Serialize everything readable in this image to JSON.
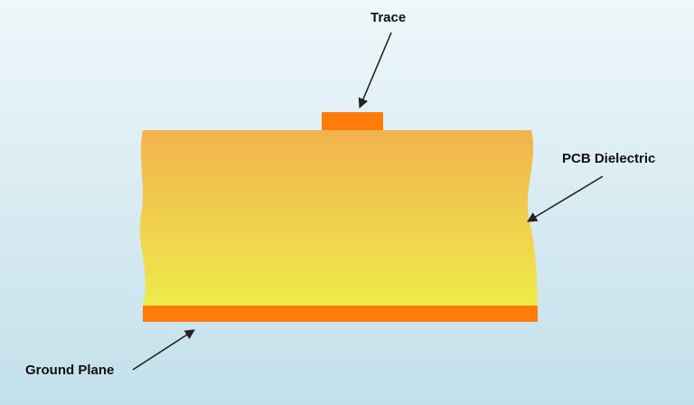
{
  "labels": {
    "trace": "Trace",
    "dielectric": "PCB Dielectric",
    "ground_plane": "Ground Plane"
  },
  "colors": {
    "trace": "#ff7c0a",
    "ground_plane": "#ff7c0a",
    "dielectric_top": "#f2b24e",
    "dielectric_bottom": "#eeeb4a",
    "arrow": "#222222",
    "background_top": "#eef7fa",
    "background_bottom": "#c3e0ea"
  }
}
